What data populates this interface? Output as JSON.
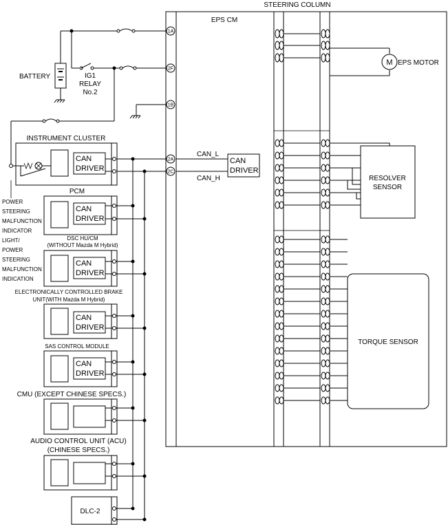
{
  "labels": {
    "steering_column": "STEERING COLUMN",
    "eps_cm": "EPS CM",
    "battery": "BATTERY",
    "ig1_relay": [
      "IG1",
      "RELAY",
      "No.2"
    ],
    "eps_motor": "EPS MOTOR",
    "motor_symbol": "M",
    "instrument_cluster": "INSTRUMENT CLUSTER",
    "can_driver": [
      "CAN",
      "DRIVER"
    ],
    "can_l": "CAN_L",
    "can_h": "CAN_H",
    "resolver_sensor": [
      "RESOLVER",
      "SENSOR"
    ],
    "torque_sensor": "TORQUE SENSOR",
    "pcm": "PCM",
    "dsc": [
      "DSC HU/CM",
      "(WITHOUT Mazda M Hybrid)"
    ],
    "ecb": [
      "ELECTRONICALLY CONTROLLED BRAKE",
      "UNIT(WITH Mazda M Hybrid)"
    ],
    "sas": "SAS CONTROL MODULE",
    "cmu": "CMU (EXCEPT CHINESE SPECS.)",
    "acu": [
      "AUDIO CONTROL UNIT (ACU)",
      "(CHINESE SPECS.)"
    ],
    "dlc": "DLC-2",
    "power_steering": [
      "POWER",
      "STEERING",
      "MALFUNCTION",
      "INDICATOR",
      "LIGHT/",
      "POWER",
      "STEERING",
      "MALFUNCTION",
      "INDICATION"
    ]
  },
  "terminals": [
    "1A",
    "2F",
    "1B",
    "2A",
    "2C"
  ]
}
